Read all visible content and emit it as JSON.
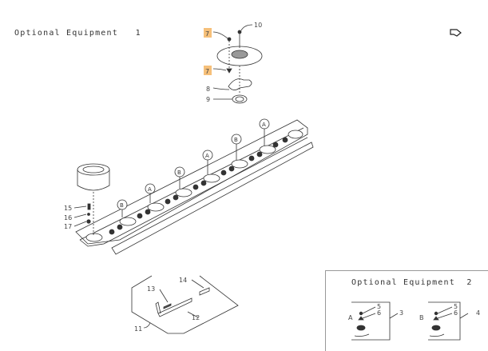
{
  "page": {
    "title_1": "Optional Equipment   1",
    "title_2": "Optional Equipment  2",
    "nav_icon": "return-arrow-icon"
  },
  "parts": {
    "hub": {
      "labels": [
        "7",
        "7",
        "8",
        "9",
        "10"
      ],
      "highlighted": [
        "7"
      ]
    },
    "tools": {
      "labels": [
        "11",
        "12",
        "13",
        "14"
      ]
    },
    "drum": {
      "labels": [
        "15",
        "16",
        "17"
      ]
    },
    "bar_callouts": [
      "B",
      "A",
      "B",
      "A",
      "B",
      "A"
    ],
    "detail_a": {
      "letter": "A",
      "labels": [
        "5",
        "6",
        "3"
      ]
    },
    "detail_b": {
      "letter": "B",
      "labels": [
        "5",
        "6",
        "4"
      ]
    }
  },
  "colors": {
    "highlight": "#f6c07a",
    "line": "#333333"
  }
}
